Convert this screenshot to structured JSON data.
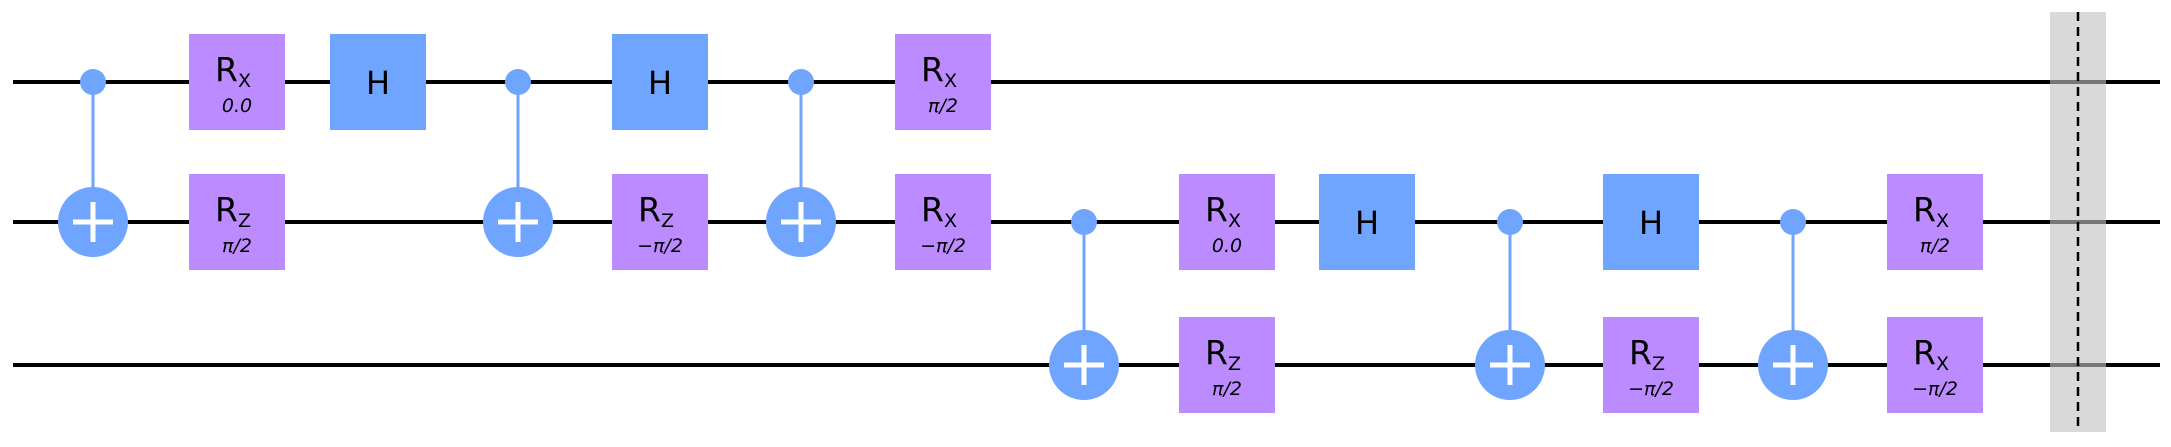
{
  "colors": {
    "wire": "#000000",
    "rotation_gate": "#bb8bff",
    "hadamard_gate": "#6fa4ff",
    "control": "#6fa4ff",
    "barrier": "#d9d9d9"
  },
  "qubits": 3,
  "gates": [
    {
      "type": "cx",
      "control": 0,
      "target": 1,
      "col": 0
    },
    {
      "type": "rx",
      "qubit": 0,
      "param": "0.0",
      "col": 1
    },
    {
      "type": "rz",
      "qubit": 1,
      "param": "π/2",
      "col": 1
    },
    {
      "type": "h",
      "qubit": 0,
      "label": "H",
      "col": 2
    },
    {
      "type": "cx",
      "control": 0,
      "target": 1,
      "col": 3
    },
    {
      "type": "h",
      "qubit": 0,
      "label": "H",
      "col": 4
    },
    {
      "type": "rz",
      "qubit": 1,
      "param": "−π/2",
      "col": 4
    },
    {
      "type": "cx",
      "control": 0,
      "target": 1,
      "col": 5
    },
    {
      "type": "rx",
      "qubit": 0,
      "param": "π/2",
      "col": 6
    },
    {
      "type": "rx",
      "qubit": 1,
      "param": "−π/2",
      "col": 6
    },
    {
      "type": "cx",
      "control": 1,
      "target": 2,
      "col": 7
    },
    {
      "type": "rx",
      "qubit": 1,
      "param": "0.0",
      "col": 8
    },
    {
      "type": "rz",
      "qubit": 2,
      "param": "π/2",
      "col": 8
    },
    {
      "type": "h",
      "qubit": 1,
      "label": "H",
      "col": 9
    },
    {
      "type": "cx",
      "control": 1,
      "target": 2,
      "col": 10
    },
    {
      "type": "h",
      "qubit": 1,
      "label": "H",
      "col": 11
    },
    {
      "type": "rz",
      "qubit": 2,
      "param": "−π/2",
      "col": 11
    },
    {
      "type": "cx",
      "control": 1,
      "target": 2,
      "col": 12
    },
    {
      "type": "rx",
      "qubit": 1,
      "param": "π/2",
      "col": 13
    },
    {
      "type": "rx",
      "qubit": 2,
      "param": "−π/2",
      "col": 13
    }
  ],
  "labels": {
    "rx_main": "R",
    "rx_sub": "X",
    "rz_main": "R",
    "rz_sub": "Z"
  },
  "barrier": {
    "present": true,
    "style": "dashed"
  }
}
